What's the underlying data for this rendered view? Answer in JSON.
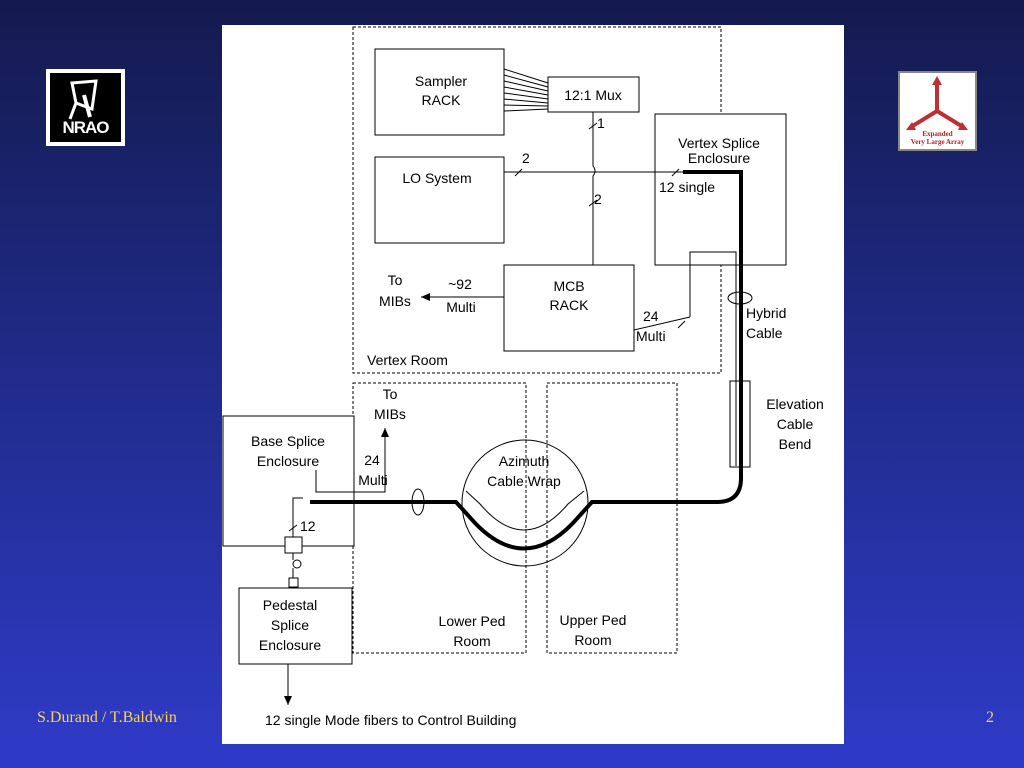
{
  "footer": {
    "author": "S.Durand / T.Baldwin",
    "page_number": "2"
  },
  "logos": {
    "left": {
      "icon": "nrao-logo-icon",
      "text": "NRAO"
    },
    "right": {
      "icon": "evla-logo-icon",
      "line1": "Expanded",
      "line2": "Very Large Array"
    }
  },
  "diagram": {
    "sampler_rack": {
      "line1": "Sampler",
      "line2": "RACK"
    },
    "mux": "12:1 Mux",
    "lo_system": "LO System",
    "mcb_rack": {
      "line1": "MCB",
      "line2": "RACK"
    },
    "vertex_splice": {
      "line1": "Vertex Splice",
      "line2": "Enclosure"
    },
    "vertex_room": "Vertex Room",
    "count_1": "1",
    "count_2a": "2",
    "count_2b": "2",
    "twelve_single": "12 single",
    "to_mibs_top": {
      "line1": "To",
      "line2": "MIBs"
    },
    "approx_92": "~92",
    "multi_a": "Multi",
    "count_24a": "24",
    "multi_b": "Multi",
    "hybrid_cable": {
      "line1": "Hybrid",
      "line2": "Cable"
    },
    "elevation_bend": {
      "line1": "Elevation",
      "line2": "Cable",
      "line3": "Bend"
    },
    "to_mibs_lower": {
      "line1": "To",
      "line2": "MIBs"
    },
    "base_splice": {
      "line1": "Base Splice",
      "line2": "Enclosure"
    },
    "count_24b": "24",
    "multi_c": "Multi",
    "azimuth_wrap": {
      "line1": "Azimuth",
      "line2": "Cable Wrap"
    },
    "count_12": "12",
    "pedestal_splice": {
      "line1": "Pedestal",
      "line2": "Splice",
      "line3": "Enclosure"
    },
    "lower_ped_room": {
      "line1": "Lower Ped",
      "line2": "Room"
    },
    "upper_ped_room": {
      "line1": "Upper Ped",
      "line2": "Room"
    },
    "control_building": "12 single Mode fibers to Control Building"
  }
}
